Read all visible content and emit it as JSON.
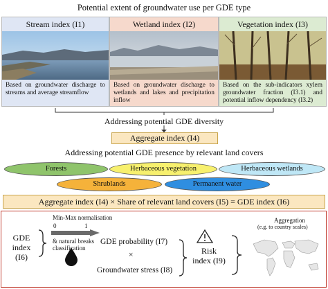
{
  "title": "Potential extent of groundwater use per GDE type",
  "panels": [
    {
      "heading": "Stream index (I1)",
      "description": "Based on groundwater discharge to streams and average streamflow",
      "head_color": "#dfe6f4",
      "desc_color": "#dfe6f4"
    },
    {
      "heading": "Wetland index (I2)",
      "description": "Based on groundwater discharge to wetlands and lakes and precipitation inflow",
      "head_color": "#f6d9cc",
      "desc_color": "#f6d9cc"
    },
    {
      "heading": "Vegetation index (I3)",
      "description": "Based on the sub-indicators xylem groundwater fraction (I3.1) and potential inflow dependency (I3.2)",
      "head_color": "#dcebd2",
      "desc_color": "#dcebd2"
    }
  ],
  "diversity_label": "Addressing potential GDE diversity",
  "aggregate_label": "Aggregate index (I4)",
  "presence_label": "Addressing potential GDE presence by relevant land covers",
  "land_covers": [
    {
      "label": "Forests",
      "color": "#8fc46b"
    },
    {
      "label": "Herbaceous vegetation",
      "color": "#f7f06e"
    },
    {
      "label": "Herbaceous wetlands",
      "color": "#bfe7f6"
    },
    {
      "label": "Shrublands",
      "color": "#f5b23a"
    },
    {
      "label": "Permanent water",
      "color": "#2f8ee0"
    }
  ],
  "final_label": "Aggregate index (I4) × Share of relevant land covers (I5) = GDE index (I6)",
  "risk": {
    "gde_index": "GDE\nindex (I6)",
    "normalisation": "Min-Max normalisation",
    "scale_min": "0",
    "scale_max": "1",
    "breaks": "& natural breaks\nclassification",
    "probability": "GDE probability (I7)",
    "times": "×",
    "stress": "Groundwater stress (I8)",
    "risk_index": "Risk\nindex (I9)",
    "aggregation": "Aggregation",
    "aggregation_sub": "(e.g. to country scales)",
    "frame_color": "#c0392b"
  }
}
